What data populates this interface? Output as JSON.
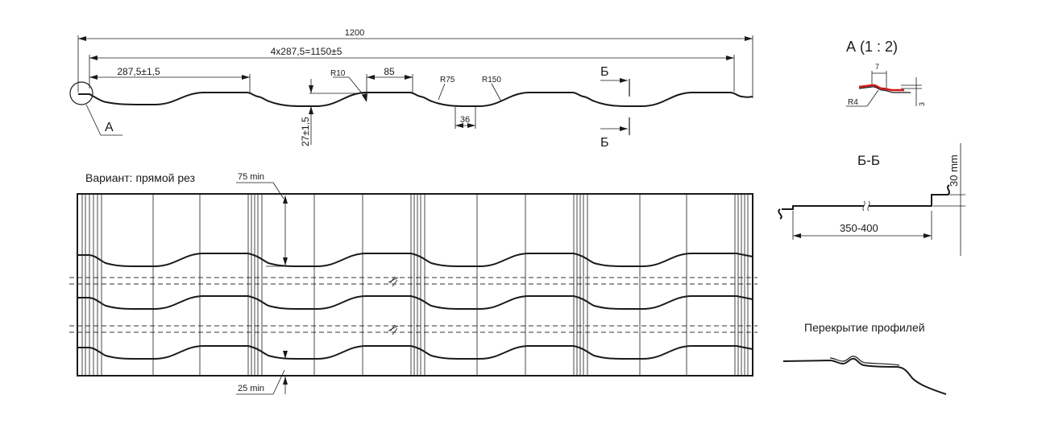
{
  "dimensions": {
    "overall_width": "1200",
    "pitch_total": "4x287,5=1150±5",
    "pitch": "287,5±1,5",
    "step_85": "85",
    "radius_10": "R10",
    "radius_75": "R75",
    "radius_150": "R150",
    "height": "27±1,5",
    "width_36": "36"
  },
  "labels": {
    "detail_mark": "А",
    "section_mark_top": "Б",
    "section_mark_bottom": "Б",
    "variant_caption": "Вариант: прямой рез",
    "min_75": "75 min",
    "min_25": "25 min"
  },
  "detail_a": {
    "title": "А (1 : 2)",
    "dim_7": "7",
    "dim_3": "3",
    "radius": "R4"
  },
  "section_bb": {
    "title": "Б-Б",
    "span": "350-400",
    "step": "30 mm"
  },
  "overlap": {
    "title": "Перекрытие профилей"
  },
  "colors": {
    "line": "#1a1a1a",
    "highlight": "#d01818"
  }
}
